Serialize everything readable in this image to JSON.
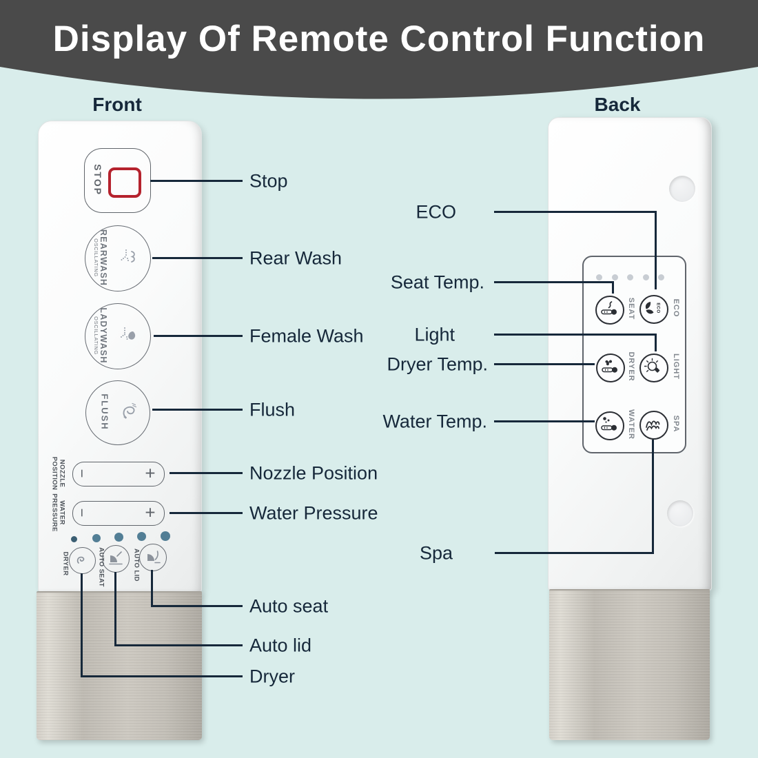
{
  "banner": {
    "title": "Display Of Remote Control Function"
  },
  "front": {
    "heading": "Front",
    "stop": "STOP",
    "rearwash_line1": "REARWASH",
    "rearwash_line2": "OSCILLATING",
    "ladywash_line1": "LADYWASH",
    "ladywash_line2": "OSCILLATING",
    "flush": "FLUSH",
    "nozzle_line1": "NOZZLE",
    "nozzle_line2": "POSITION",
    "pressure_line1": "WATER",
    "pressure_line2": "PRESSURE",
    "minus": "−",
    "plus": "+",
    "dryer": "DRYER",
    "auto_seat": "AUTO SEAT",
    "auto_lid": "AUTO LID"
  },
  "back": {
    "heading": "Back",
    "seat": "SEAT",
    "eco": "ECO",
    "eco_inner": "ECO",
    "dryer": "DRYER",
    "light": "LIGHT",
    "water": "WATER",
    "spa": "SPA"
  },
  "callouts_front": {
    "stop": "Stop",
    "rear_wash": "Rear Wash",
    "female_wash": "Female Wash",
    "flush": "Flush",
    "nozzle_position": "Nozzle Position",
    "water_pressure": "Water Pressure",
    "auto_seat": "Auto seat",
    "auto_lid": "Auto lid",
    "dryer": "Dryer"
  },
  "callouts_back": {
    "eco": "ECO",
    "seat_temp": "Seat Temp.",
    "light": "Light",
    "dryer_temp": "Dryer Temp.",
    "water_temp": "Water Temp.",
    "spa": "Spa"
  },
  "colors": {
    "background": "#d9edeb",
    "banner": "#4a4a4a",
    "title_text": "#ffffff",
    "callout": "#16283a",
    "stop_red": "#b5222d",
    "led_teal": "#527e95",
    "metal": "#c6c2ba",
    "back_icon": "#2b2e34",
    "front_print": "#70767e"
  }
}
